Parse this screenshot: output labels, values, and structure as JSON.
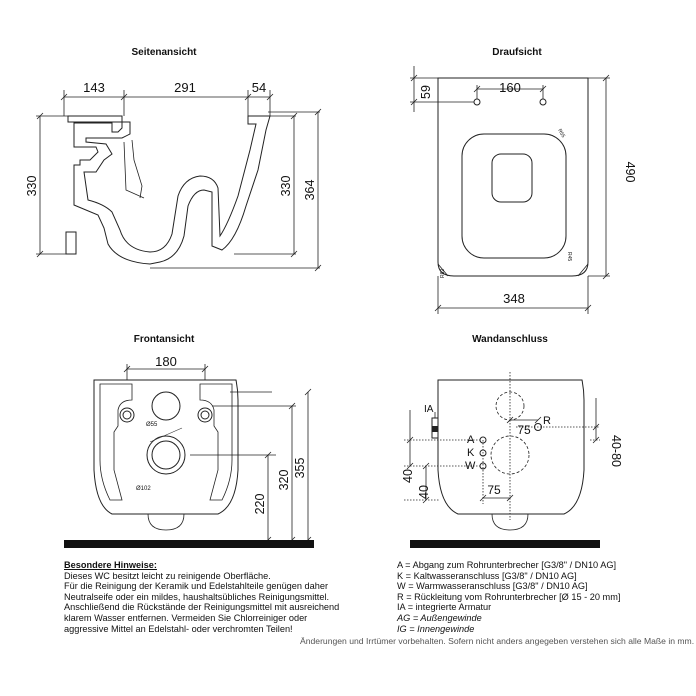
{
  "views": {
    "side": {
      "title": "Seitenansicht",
      "dims": {
        "top_left": "143",
        "top_mid": "291",
        "top_right": "54",
        "height_left": "330",
        "height_inner": "330",
        "height_outer": "364"
      }
    },
    "top": {
      "title": "Draufsicht",
      "dims": {
        "hole_spacing": "160",
        "hole_offset": "59",
        "depth": "490",
        "width": "348",
        "small_r1": "R55",
        "small_r2": "R45",
        "small_r3": "R82"
      }
    },
    "front": {
      "title": "Frontansicht",
      "dims": {
        "spacing": "180",
        "d_upper": "Ø55",
        "d_lower": "Ø102",
        "h1": "220",
        "h2": "320",
        "h3": "355"
      }
    },
    "wall": {
      "title": "Wandanschluss",
      "labels": {
        "ia": "IA",
        "a": "A",
        "k": "K",
        "w": "W",
        "r": "R"
      },
      "dims": {
        "r_offset": "75",
        "bottom_offset": "75",
        "v1": "40",
        "v2": "40",
        "range": "40-80"
      }
    }
  },
  "notes": {
    "heading": "Besondere Hinweise:",
    "lines": [
      "Dieses WC besitzt leicht zu reinigende Oberfläche.",
      "Für die Reinigung der Keramik und Edelstahlteile genügen daher",
      "Neutralseife oder ein mildes, haushaltsübliches Reinigungsmittel.",
      "Anschließend die Rückstände der Reinigungsmittel mit ausreichend",
      "klarem Wasser entfernen. Vermeiden Sie Chlorreiniger oder",
      "aggressive Mittel an Edelstahl- oder verchromten Teilen!"
    ]
  },
  "legend": {
    "lines": [
      "A = Abgang zum Rohrunterbrecher [G3/8\" / DN10 AG]",
      "K = Kaltwasseranschluss [G3/8\" / DN10 AG]",
      "W = Warmwasseranschluss [G3/8\" / DN10 AG]",
      "R = Rückleitung vom Rohrunterbrecher [Ø 15 - 20 mm]",
      "IA = integrierte Armatur"
    ],
    "italic_lines": [
      "AG = Außengewinde",
      "IG = Innengewinde"
    ]
  },
  "footer": "Änderungen und Irrtümer vorbehalten. Sofern nicht anders angegeben verstehen sich alle Maße in mm."
}
